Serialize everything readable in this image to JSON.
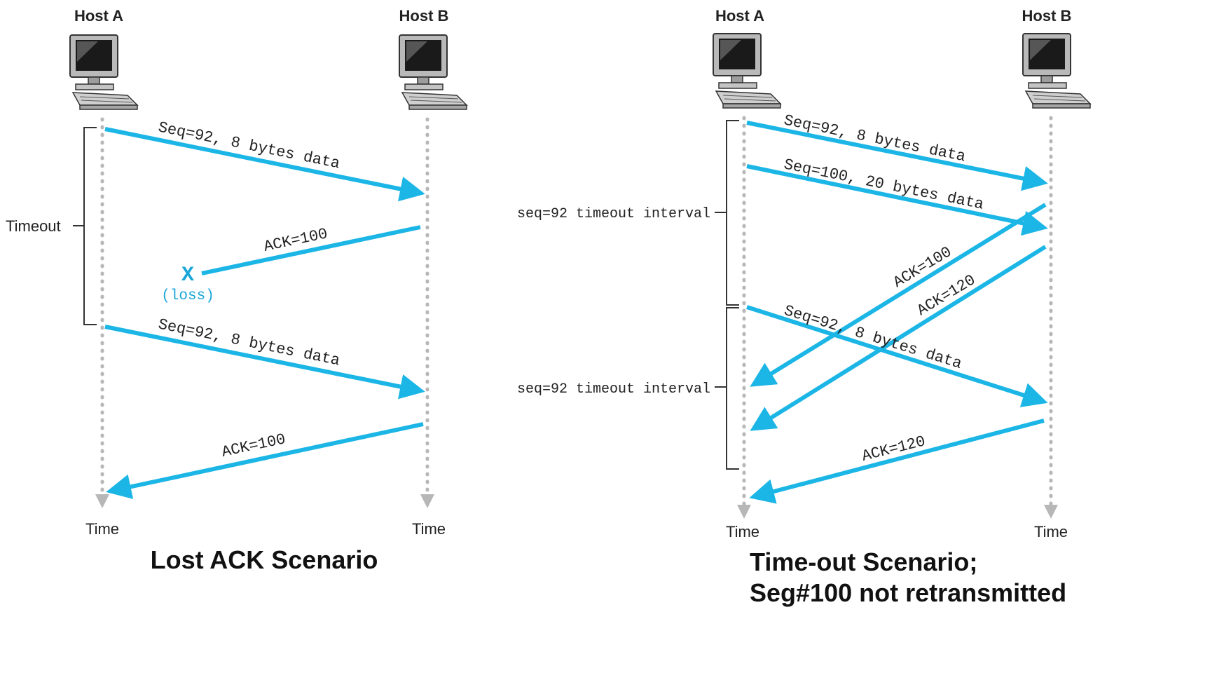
{
  "left": {
    "host_a": "Host A",
    "host_b": "Host B",
    "time_a": "Time",
    "time_b": "Time",
    "timeout_label": "Timeout",
    "msg1": "Seq=92, 8 bytes data",
    "msg2": "ACK=100",
    "loss_x": "X",
    "loss_text": "(loss)",
    "msg3": "Seq=92, 8 bytes data",
    "msg4": "ACK=100",
    "caption": "Lost ACK Scenario"
  },
  "right": {
    "host_a": "Host A",
    "host_b": "Host B",
    "time_a": "Time",
    "time_b": "Time",
    "timeout1_label": "seq=92 timeout interval",
    "timeout2_label": "seq=92 timeout interval",
    "msg1": "Seq=92, 8 bytes data",
    "msg2": "Seq=100, 20 bytes data",
    "msg3": "ACK=100",
    "msg4": "ACK=120",
    "msg5": "Seq=92, 8 bytes data",
    "msg6": "ACK=120",
    "caption_line1": "Time-out Scenario;",
    "caption_line2": "Seg#100 not retransmitted"
  },
  "colors": {
    "arrow": "#1cb6e6",
    "loss": "#1aa6d8",
    "timeline": "#b7b7b7"
  },
  "icons": [
    "computer-icon"
  ]
}
